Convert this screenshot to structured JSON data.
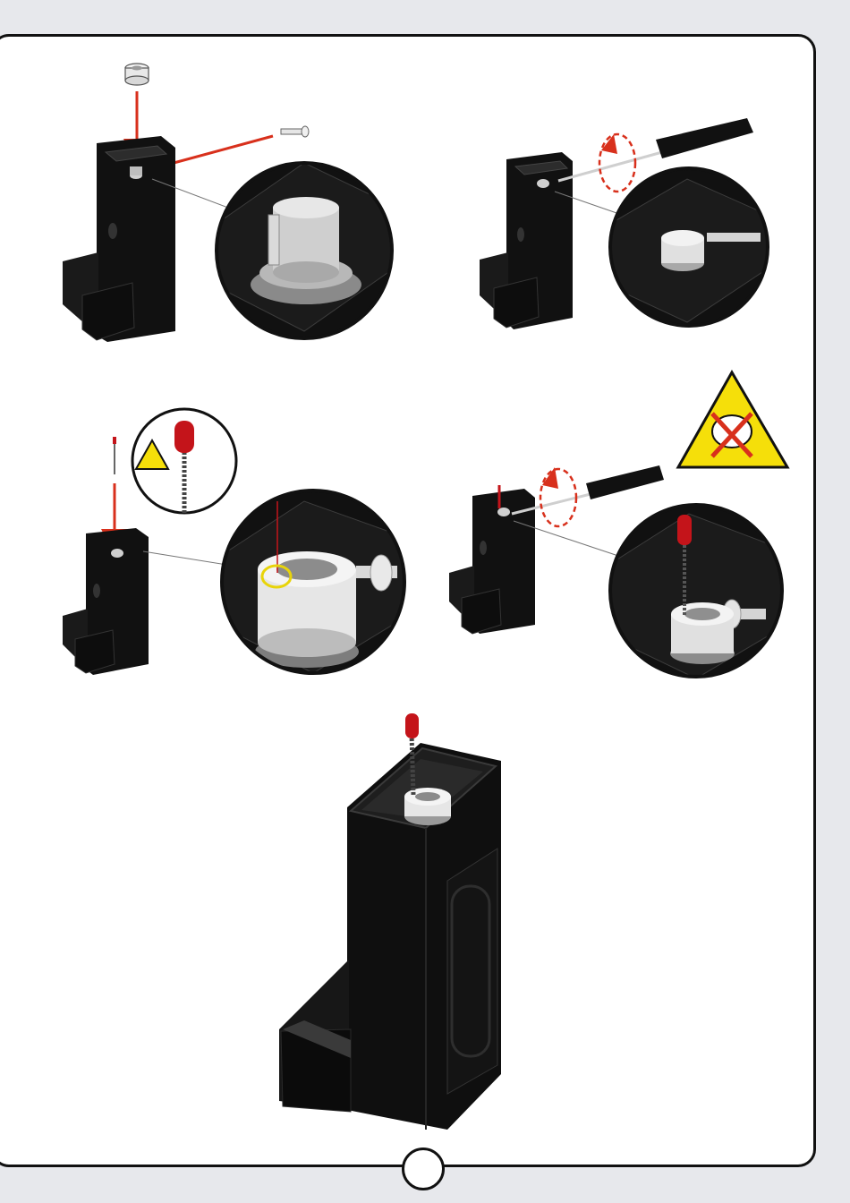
{
  "page": {
    "page_number": "",
    "background_color": "#e7e8ec",
    "frame_color": "#111111"
  },
  "colors": {
    "housing": "#111111",
    "housing_edge": "#3a3a3a",
    "metal": "#c9c9cc",
    "arrow_red": "#d8301c",
    "pin_cap_red": "#c4141a",
    "warning_yellow": "#f5df0a",
    "highlight_ring": "#e8d40a"
  },
  "steps": [
    {
      "id": "step-1",
      "icon": "insert-bushing-and-screw",
      "zoom": "bushing-detail-zoom"
    },
    {
      "id": "step-2",
      "icon": "screwdriver-rotate",
      "zoom": "screw-tightened-zoom"
    },
    {
      "id": "step-3",
      "icon": "insert-pin-warning",
      "zoom": "pin-slot-highlight-zoom"
    },
    {
      "id": "step-4",
      "icon": "screwdriver-rotate-no-force",
      "zoom": "pin-clamped-zoom"
    },
    {
      "id": "step-5",
      "icon": "assembled-housing",
      "zoom": ""
    }
  ]
}
